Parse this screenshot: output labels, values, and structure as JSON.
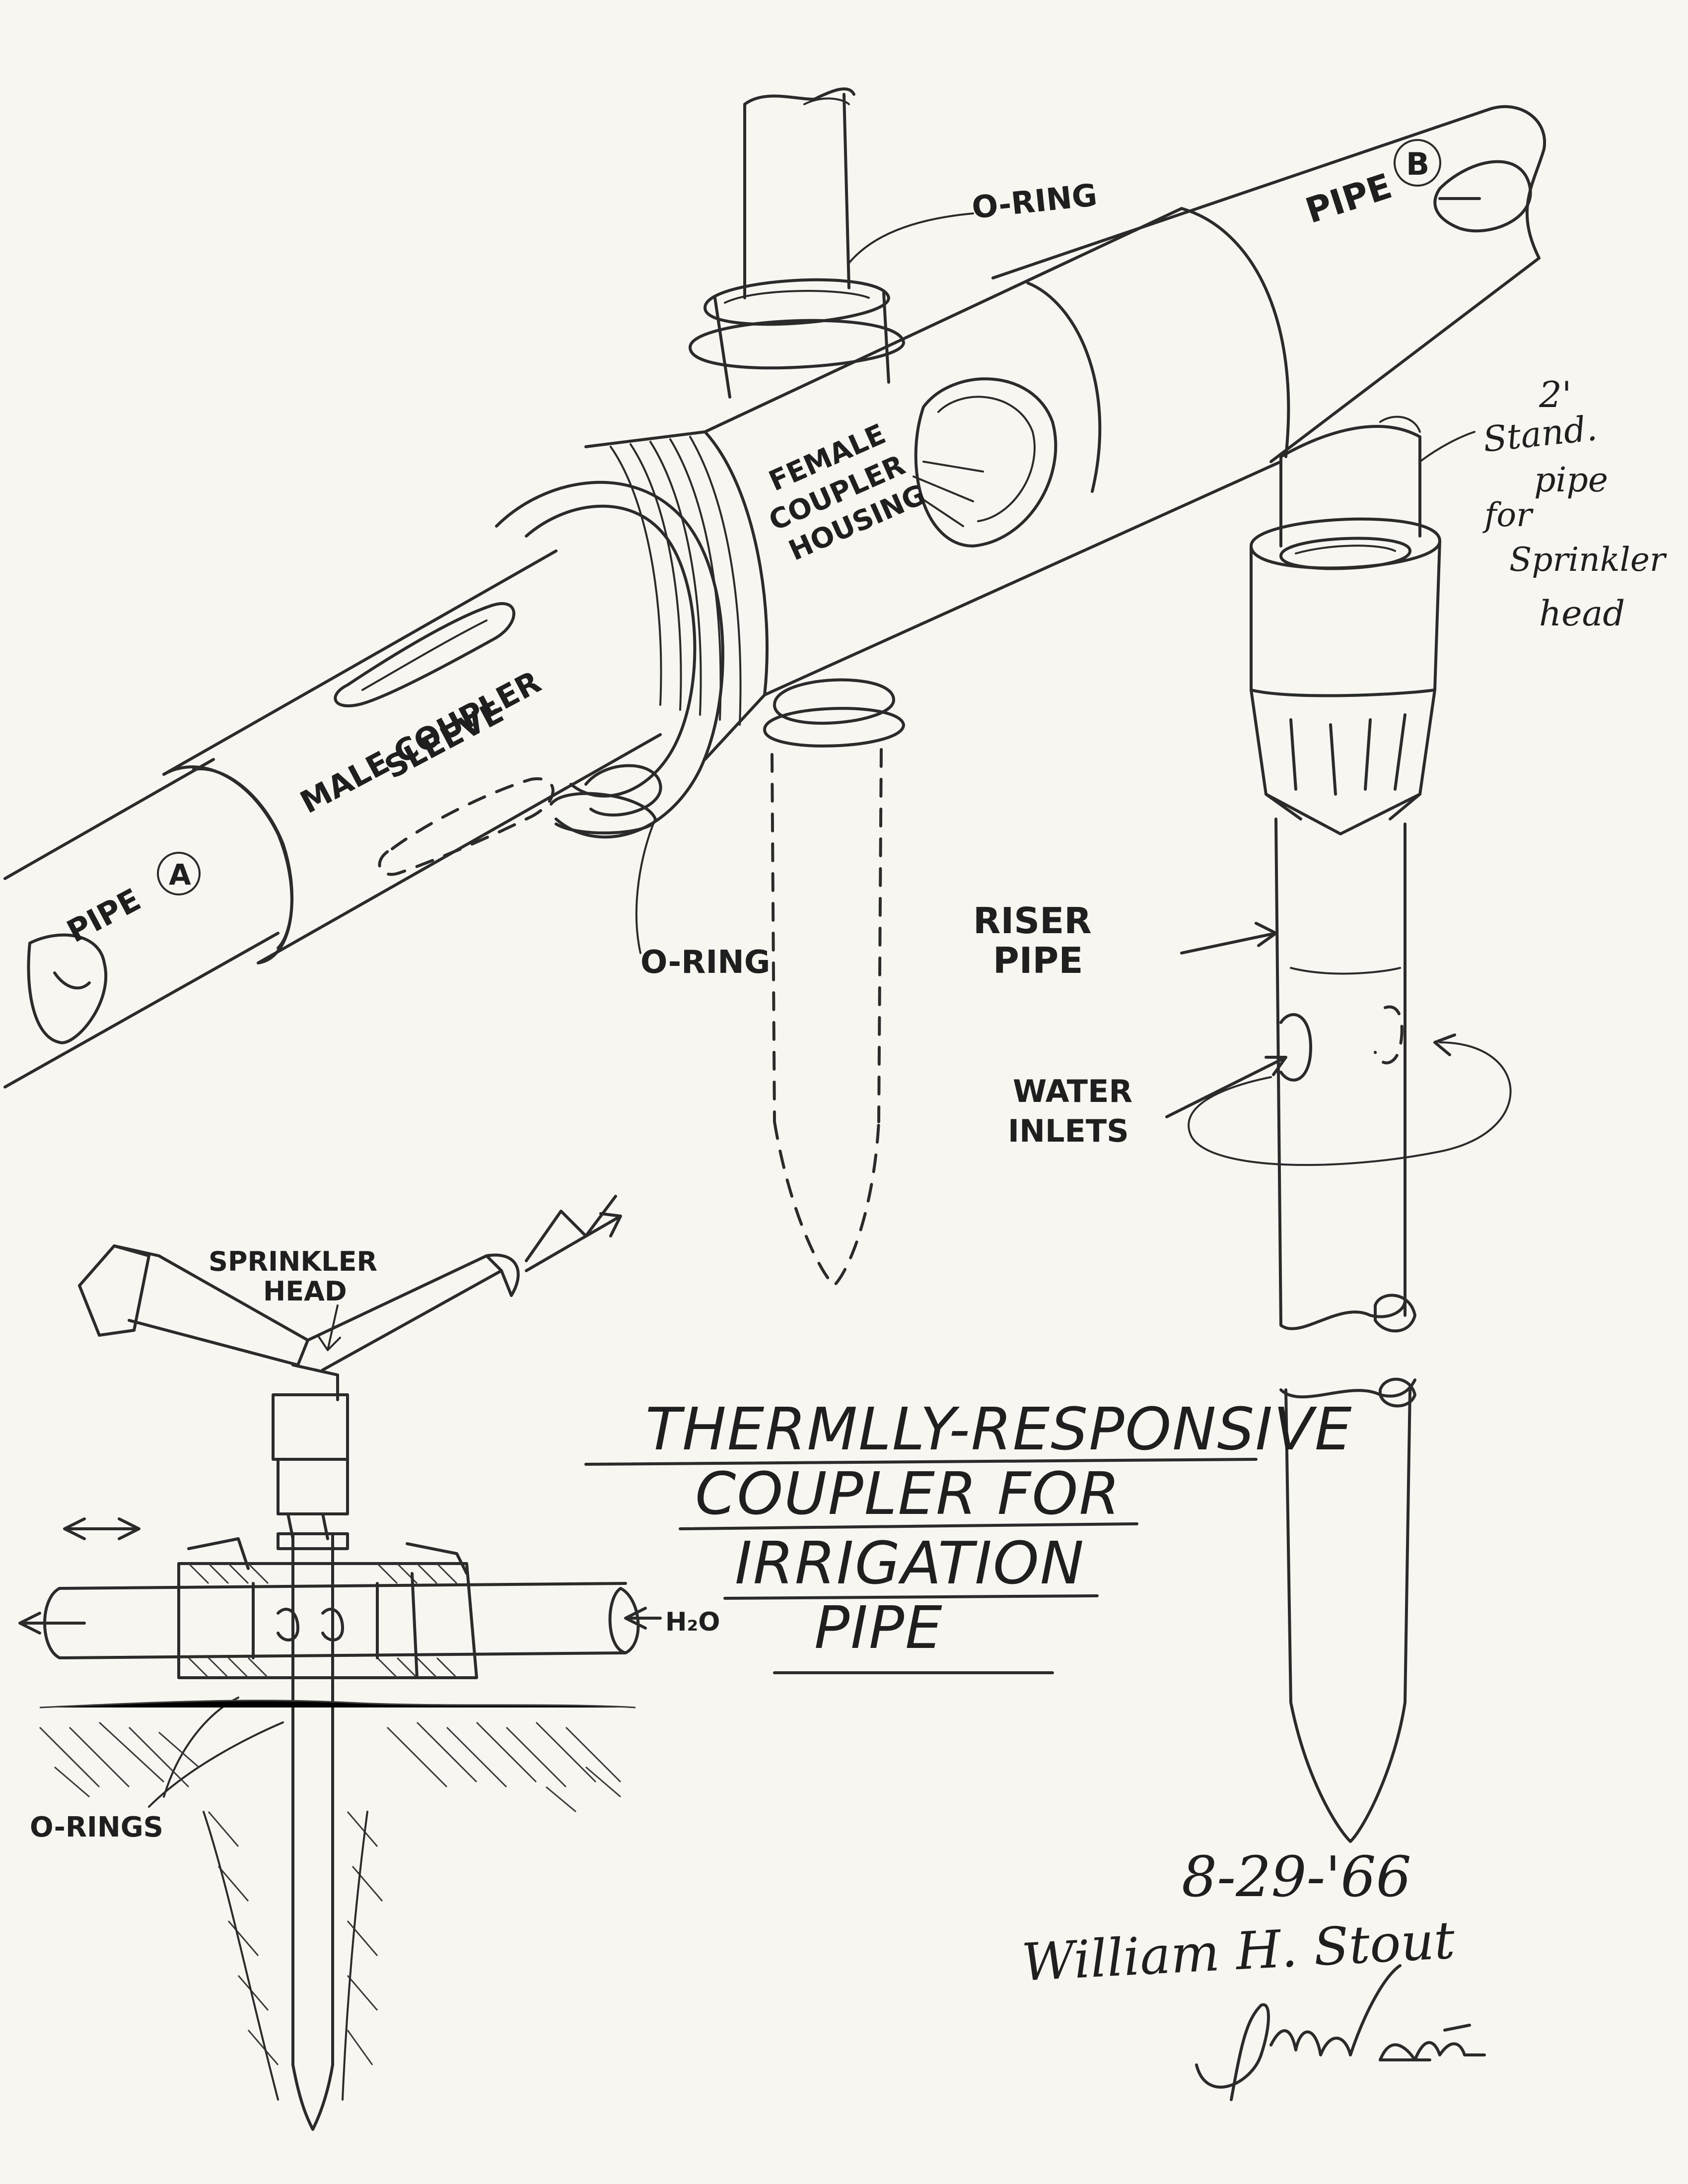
{
  "labels": {
    "oring_top": "O-RING",
    "pipe_b": "PIPE",
    "pipe_b_mark": "B",
    "stand_pipe_1": "2'",
    "stand_pipe_2": "Stand.",
    "stand_pipe_3": "pipe",
    "stand_pipe_4": "for",
    "stand_pipe_5": "Sprinkler",
    "stand_pipe_6": "head",
    "female_1": "FEMALE",
    "female_2": "COUPLER",
    "female_3": "HOUSING",
    "male_1": "MALE COUPLER",
    "male_2": "SLEEVE",
    "pipe_a": "PIPE",
    "pipe_a_mark": "A",
    "oring_bottom": "O-RING",
    "riser_1": "RISER",
    "riser_2": "PIPE",
    "water_1": "WATER",
    "water_2": "INLETS",
    "sprinkler_1": "SPRINKLER",
    "sprinkler_2": "HEAD",
    "h2o": "H₂O",
    "orings": "O-RINGS"
  },
  "title": {
    "line1": "THERMLLY-RESPONSIVE",
    "line2": "COUPLER FOR",
    "line3": "IRRIGATION",
    "line4": "PIPE"
  },
  "signature": {
    "date": "8-29-'66",
    "name": "William H. Stout",
    "autograph": "JWSmith"
  }
}
